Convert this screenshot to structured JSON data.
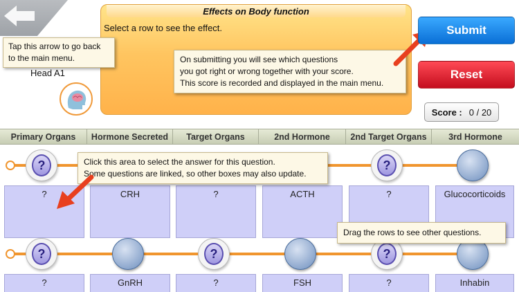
{
  "panel": {
    "title": "Effects on Body function",
    "instruction": "Select a row to see the effect."
  },
  "tips": {
    "back": "Tap this arrow to go back to the main menu.",
    "submit_line1": "On submitting you will see which questions",
    "submit_line2": "you got right or wrong together with your score.",
    "submit_line3": "This score is recorded and displayed in the main menu.",
    "select_line1": "Click this area to select the answer for this question.",
    "select_line2": "Some questions are linked, so other boxes may also update.",
    "drag": "Drag the rows to see other questions."
  },
  "head": {
    "label": "Head A1",
    "icon": "brain-head-icon"
  },
  "buttons": {
    "submit": "Submit",
    "reset": "Reset"
  },
  "score": {
    "label": "Score :",
    "value": "0 / 20"
  },
  "columns": [
    "Primary Organs",
    "Hormone Secreted",
    "Target Organs",
    "2nd Hormone",
    "2nd Target Organs",
    "3rd Hormone"
  ],
  "rows": [
    {
      "cells": [
        "?",
        "CRH",
        "?",
        "ACTH",
        "?",
        "Glucocorticoids"
      ]
    },
    {
      "cells": [
        "?",
        "GnRH",
        "?",
        "FSH",
        "?",
        "Inhabin"
      ]
    }
  ],
  "node_symbol": "?",
  "colors": {
    "accent_orange": "#f0952e",
    "submit_blue": "#0a6fd6",
    "reset_red": "#c40d1e",
    "answer_box": "#cfcff8",
    "panel_orange": "#ffc560"
  }
}
